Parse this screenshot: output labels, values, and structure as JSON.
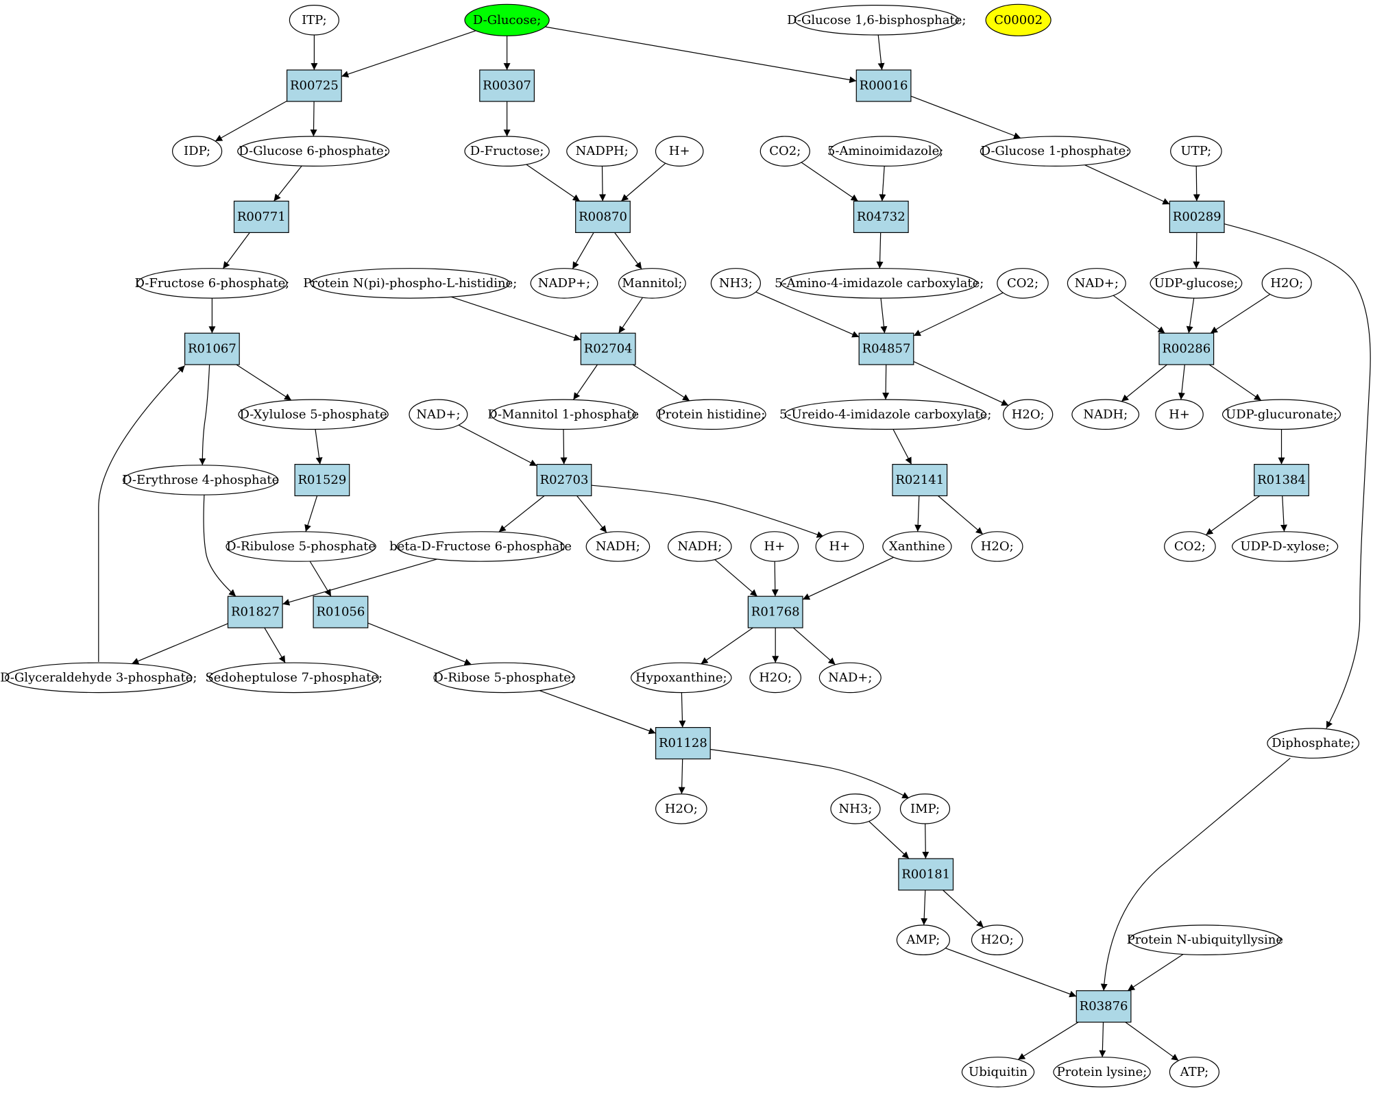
{
  "colors": {
    "reaction_fill": "#add8e6",
    "compound_fill": "#ffffff",
    "highlight_source": "#00ff00",
    "highlight_target": "#ffff00"
  },
  "nodes": [
    {
      "id": "ITP",
      "label": "ITP;",
      "kind": "compound"
    },
    {
      "id": "DGlc",
      "label": "D-Glucose;",
      "kind": "compound",
      "highlight": "source"
    },
    {
      "id": "G16BP",
      "label": "D-Glucose 1,6-bisphosphate;",
      "kind": "compound"
    },
    {
      "id": "C00002",
      "label": "C00002",
      "kind": "compound",
      "highlight": "target"
    },
    {
      "id": "R00725",
      "label": "R00725",
      "kind": "reaction"
    },
    {
      "id": "R00307",
      "label": "R00307",
      "kind": "reaction"
    },
    {
      "id": "R00016",
      "label": "R00016",
      "kind": "reaction"
    },
    {
      "id": "IDP",
      "label": "IDP;",
      "kind": "compound"
    },
    {
      "id": "G6P",
      "label": "D-Glucose 6-phosphate;",
      "kind": "compound"
    },
    {
      "id": "DFru",
      "label": "D-Fructose;",
      "kind": "compound"
    },
    {
      "id": "NADPH",
      "label": "NADPH;",
      "kind": "compound"
    },
    {
      "id": "Hp1",
      "label": "H+",
      "kind": "compound"
    },
    {
      "id": "CO2a",
      "label": "CO2;",
      "kind": "compound"
    },
    {
      "id": "AIR",
      "label": "5-Aminoimidazole;",
      "kind": "compound"
    },
    {
      "id": "G1P",
      "label": "D-Glucose 1-phosphate;",
      "kind": "compound"
    },
    {
      "id": "UTP",
      "label": "UTP;",
      "kind": "compound"
    },
    {
      "id": "R00771",
      "label": "R00771",
      "kind": "reaction"
    },
    {
      "id": "R00870",
      "label": "R00870",
      "kind": "reaction"
    },
    {
      "id": "R04732",
      "label": "R04732",
      "kind": "reaction"
    },
    {
      "id": "R00289",
      "label": "R00289",
      "kind": "reaction"
    },
    {
      "id": "F6P",
      "label": "D-Fructose 6-phosphate;",
      "kind": "compound"
    },
    {
      "id": "PNH",
      "label": "Protein N(pi)-phospho-L-histidine;",
      "kind": "compound"
    },
    {
      "id": "NADPp",
      "label": "NADP+;",
      "kind": "compound"
    },
    {
      "id": "Mannitol",
      "label": "Mannitol;",
      "kind": "compound"
    },
    {
      "id": "NH3a",
      "label": "NH3;",
      "kind": "compound"
    },
    {
      "id": "CAIR",
      "label": "5-Amino-4-imidazole carboxylate;",
      "kind": "compound"
    },
    {
      "id": "CO2b",
      "label": "CO2;",
      "kind": "compound"
    },
    {
      "id": "NADpa",
      "label": "NAD+;",
      "kind": "compound"
    },
    {
      "id": "UDPG",
      "label": "UDP-glucose;",
      "kind": "compound"
    },
    {
      "id": "H2Oa",
      "label": "H2O;",
      "kind": "compound"
    },
    {
      "id": "R01067",
      "label": "R01067",
      "kind": "reaction"
    },
    {
      "id": "R02704",
      "label": "R02704",
      "kind": "reaction"
    },
    {
      "id": "R04857",
      "label": "R04857",
      "kind": "reaction"
    },
    {
      "id": "R00286",
      "label": "R00286",
      "kind": "reaction"
    },
    {
      "id": "X5P",
      "label": "D-Xylulose 5-phosphate",
      "kind": "compound"
    },
    {
      "id": "NADpb",
      "label": "NAD+;",
      "kind": "compound"
    },
    {
      "id": "M1P",
      "label": "D-Mannitol 1-phosphate",
      "kind": "compound"
    },
    {
      "id": "PHis",
      "label": "Protein histidine;",
      "kind": "compound"
    },
    {
      "id": "UICA",
      "label": "5-Ureido-4-imidazole carboxylate;",
      "kind": "compound"
    },
    {
      "id": "H2Ob",
      "label": "H2O;",
      "kind": "compound"
    },
    {
      "id": "NADHa",
      "label": "NADH;",
      "kind": "compound"
    },
    {
      "id": "Hp2",
      "label": "H+",
      "kind": "compound"
    },
    {
      "id": "UDPGA",
      "label": "UDP-glucuronate;",
      "kind": "compound"
    },
    {
      "id": "E4P",
      "label": "D-Erythrose 4-phosphate",
      "kind": "compound"
    },
    {
      "id": "R01529",
      "label": "R01529",
      "kind": "reaction"
    },
    {
      "id": "R02703",
      "label": "R02703",
      "kind": "reaction"
    },
    {
      "id": "R02141",
      "label": "R02141",
      "kind": "reaction"
    },
    {
      "id": "R01384",
      "label": "R01384",
      "kind": "reaction"
    },
    {
      "id": "Ru5P",
      "label": "D-Ribulose 5-phosphate",
      "kind": "compound"
    },
    {
      "id": "bF6P",
      "label": "beta-D-Fructose 6-phosphate",
      "kind": "compound"
    },
    {
      "id": "NADHb",
      "label": "NADH;",
      "kind": "compound"
    },
    {
      "id": "NADHc",
      "label": "NADH;",
      "kind": "compound"
    },
    {
      "id": "Hp3",
      "label": "H+",
      "kind": "compound"
    },
    {
      "id": "Hp4",
      "label": "H+",
      "kind": "compound"
    },
    {
      "id": "Xanthine",
      "label": "Xanthine",
      "kind": "compound"
    },
    {
      "id": "H2Oc",
      "label": "H2O;",
      "kind": "compound"
    },
    {
      "id": "CO2c",
      "label": "CO2;",
      "kind": "compound"
    },
    {
      "id": "UDPX",
      "label": "UDP-D-xylose;",
      "kind": "compound"
    },
    {
      "id": "R01827",
      "label": "R01827",
      "kind": "reaction"
    },
    {
      "id": "R01056",
      "label": "R01056",
      "kind": "reaction"
    },
    {
      "id": "R01768",
      "label": "R01768",
      "kind": "reaction"
    },
    {
      "id": "GAP",
      "label": "D-Glyceraldehyde 3-phosphate;",
      "kind": "compound"
    },
    {
      "id": "S7P",
      "label": "Sedoheptulose 7-phosphate;",
      "kind": "compound"
    },
    {
      "id": "R5P",
      "label": "D-Ribose 5-phosphate;",
      "kind": "compound"
    },
    {
      "id": "Hypox",
      "label": "Hypoxanthine;",
      "kind": "compound"
    },
    {
      "id": "H2Od",
      "label": "H2O;",
      "kind": "compound"
    },
    {
      "id": "NADpc",
      "label": "NAD+;",
      "kind": "compound"
    },
    {
      "id": "R01128",
      "label": "R01128",
      "kind": "reaction"
    },
    {
      "id": "Diphos",
      "label": "Diphosphate;",
      "kind": "compound"
    },
    {
      "id": "H2Oe",
      "label": "H2O;",
      "kind": "compound"
    },
    {
      "id": "NH3b",
      "label": "NH3;",
      "kind": "compound"
    },
    {
      "id": "IMP",
      "label": "IMP;",
      "kind": "compound"
    },
    {
      "id": "R00181",
      "label": "R00181",
      "kind": "reaction"
    },
    {
      "id": "AMP",
      "label": "AMP;",
      "kind": "compound"
    },
    {
      "id": "H2Of",
      "label": "H2O;",
      "kind": "compound"
    },
    {
      "id": "PNUL",
      "label": "Protein N-ubiquityllysine",
      "kind": "compound"
    },
    {
      "id": "R03876",
      "label": "R03876",
      "kind": "reaction"
    },
    {
      "id": "Ubiquitin",
      "label": "Ubiquitin",
      "kind": "compound"
    },
    {
      "id": "PLys",
      "label": "Protein lysine;",
      "kind": "compound"
    },
    {
      "id": "ATP",
      "label": "ATP;",
      "kind": "compound"
    }
  ],
  "edges": [
    [
      "ITP",
      "R00725"
    ],
    [
      "DGlc",
      "R00725"
    ],
    [
      "DGlc",
      "R00307"
    ],
    [
      "DGlc",
      "R00016"
    ],
    [
      "G16BP",
      "R00016"
    ],
    [
      "R00725",
      "IDP"
    ],
    [
      "R00725",
      "G6P"
    ],
    [
      "R00307",
      "DFru"
    ],
    [
      "R00016",
      "G1P"
    ],
    [
      "G6P",
      "R00771"
    ],
    [
      "DFru",
      "R00870"
    ],
    [
      "NADPH",
      "R00870"
    ],
    [
      "Hp1",
      "R00870"
    ],
    [
      "CO2a",
      "R04732"
    ],
    [
      "AIR",
      "R04732"
    ],
    [
      "G1P",
      "R00289"
    ],
    [
      "UTP",
      "R00289"
    ],
    [
      "R00771",
      "F6P"
    ],
    [
      "R00870",
      "NADPp"
    ],
    [
      "R00870",
      "Mannitol"
    ],
    [
      "R04732",
      "CAIR"
    ],
    [
      "R00289",
      "UDPG"
    ],
    [
      "R00289",
      "Diphos"
    ],
    [
      "F6P",
      "R01067"
    ],
    [
      "GAP",
      "R01067"
    ],
    [
      "PNH",
      "R02704"
    ],
    [
      "Mannitol",
      "R02704"
    ],
    [
      "NH3a",
      "R04857"
    ],
    [
      "CAIR",
      "R04857"
    ],
    [
      "CO2b",
      "R04857"
    ],
    [
      "NADpa",
      "R00286"
    ],
    [
      "UDPG",
      "R00286"
    ],
    [
      "H2Oa",
      "R00286"
    ],
    [
      "R01067",
      "X5P"
    ],
    [
      "R01067",
      "E4P"
    ],
    [
      "R02704",
      "M1P"
    ],
    [
      "R02704",
      "PHis"
    ],
    [
      "R04857",
      "UICA"
    ],
    [
      "R04857",
      "H2Ob"
    ],
    [
      "R00286",
      "NADHa"
    ],
    [
      "R00286",
      "Hp2"
    ],
    [
      "R00286",
      "UDPGA"
    ],
    [
      "X5P",
      "R01529"
    ],
    [
      "NADpb",
      "R02703"
    ],
    [
      "M1P",
      "R02703"
    ],
    [
      "UICA",
      "R02141"
    ],
    [
      "UDPGA",
      "R01384"
    ],
    [
      "R01529",
      "Ru5P"
    ],
    [
      "R02703",
      "bF6P"
    ],
    [
      "R02703",
      "NADHb"
    ],
    [
      "R02703",
      "Hp4"
    ],
    [
      "R02141",
      "Xanthine"
    ],
    [
      "R02141",
      "H2Oc"
    ],
    [
      "R01384",
      "CO2c"
    ],
    [
      "R01384",
      "UDPX"
    ],
    [
      "E4P",
      "R01827"
    ],
    [
      "bF6P",
      "R01827"
    ],
    [
      "Ru5P",
      "R01056"
    ],
    [
      "NADHc",
      "R01768"
    ],
    [
      "Hp3",
      "R01768"
    ],
    [
      "Xanthine",
      "R01768"
    ],
    [
      "R01827",
      "GAP"
    ],
    [
      "R01827",
      "S7P"
    ],
    [
      "R01056",
      "R5P"
    ],
    [
      "R01768",
      "Hypox"
    ],
    [
      "R01768",
      "H2Od"
    ],
    [
      "R01768",
      "NADpc"
    ],
    [
      "R5P",
      "R01128"
    ],
    [
      "Hypox",
      "R01128"
    ],
    [
      "R01128",
      "H2Oe"
    ],
    [
      "R01128",
      "IMP"
    ],
    [
      "NH3b",
      "R00181"
    ],
    [
      "IMP",
      "R00181"
    ],
    [
      "R00181",
      "AMP"
    ],
    [
      "R00181",
      "H2Of"
    ],
    [
      "AMP",
      "R03876"
    ],
    [
      "Diphos",
      "R03876"
    ],
    [
      "PNUL",
      "R03876"
    ],
    [
      "R03876",
      "Ubiquitin"
    ],
    [
      "R03876",
      "PLys"
    ],
    [
      "R03876",
      "ATP"
    ]
  ]
}
